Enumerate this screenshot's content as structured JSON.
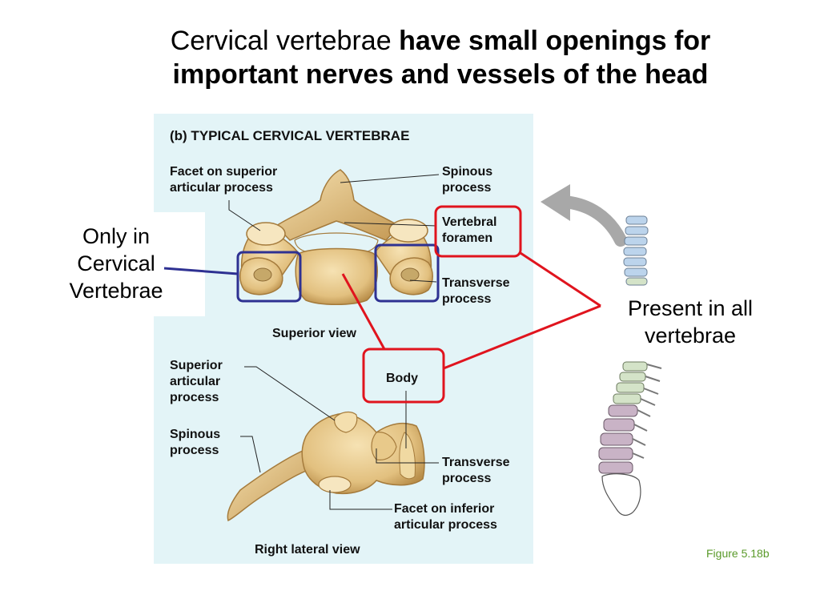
{
  "title": {
    "normal": "Cervical vertebrae",
    "bold_line1": "have small openings for",
    "bold_line2": "important nerves and vessels of the head"
  },
  "panel": {
    "header": "(b)  TYPICAL CERVICAL VERTEBRAE",
    "labels": {
      "facet_superior_1": "Facet on superior",
      "facet_superior_2": "articular process",
      "spinous_1": "Spinous",
      "spinous_2": "process",
      "vertebral_foramen_1": "Vertebral",
      "vertebral_foramen_2": "foramen",
      "transverse_1": "Transverse",
      "transverse_2": "process",
      "superior_view": "Superior view",
      "superior_articular_1": "Superior",
      "superior_articular_2": "articular",
      "superior_articular_3": "process",
      "body": "Body",
      "spinous_lat_1": "Spinous",
      "spinous_lat_2": "process",
      "transverse_lat_1": "Transverse",
      "transverse_lat_2": "process",
      "facet_inferior_1": "Facet on inferior",
      "facet_inferior_2": "articular process",
      "lateral_view": "Right lateral view"
    }
  },
  "left_annotation": {
    "line1": "Only in",
    "line2": "Cervical",
    "line3": "Vertebrae"
  },
  "right_annotation": {
    "line1": "Present in all",
    "line2": "vertebrae"
  },
  "figure_ref": "Figure 5.18b",
  "colors": {
    "panel_bg": "#e3f4f7",
    "bone": "#e8c98a",
    "bone_dark": "#b98e4a",
    "highlight_red": "#e0141e",
    "highlight_blue": "#2e3192",
    "arrow_gray": "#a8a8a8",
    "figure_ref": "#5a9a2a"
  }
}
